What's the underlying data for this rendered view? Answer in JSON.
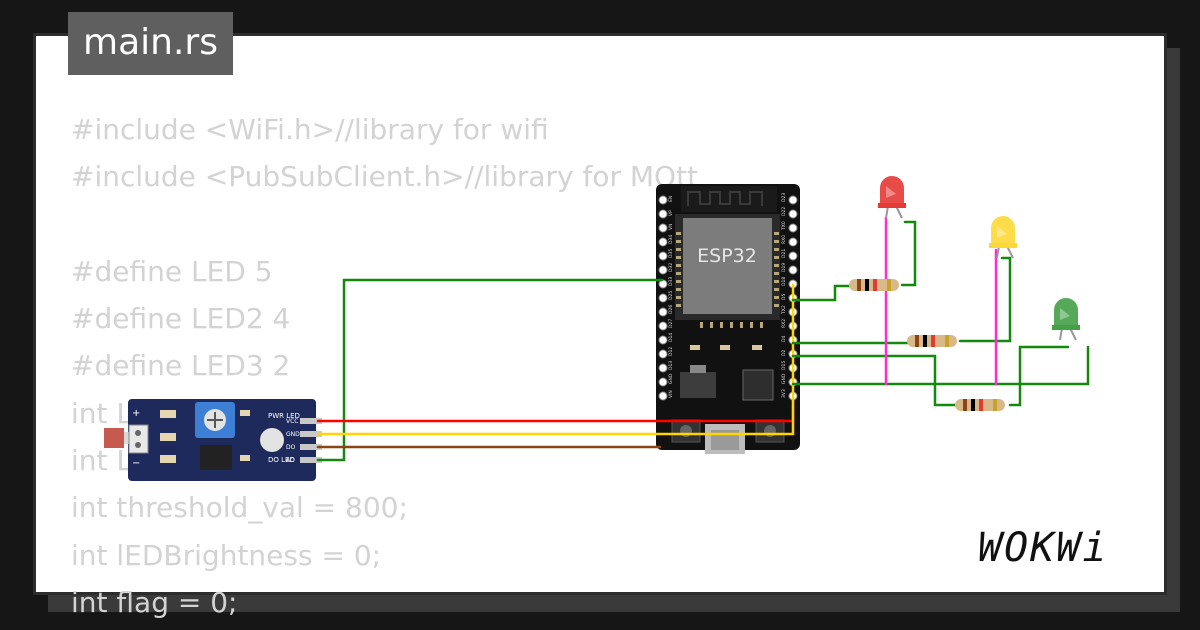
{
  "tab": {
    "label": "main.rs"
  },
  "code_lines": [
    "#include <WiFi.h>//library for wifi",
    "#include <PubSubClient.h>//library for MQtt",
    "",
    "#define LED 5",
    "#define LED2 4",
    "#define LED3 2",
    "int LDR = 34;",
    "int LDR_val = 0;",
    "int threshold_val = 800;",
    "int lEDBrightness = 0;",
    "int flag = 0;"
  ],
  "esp32": {
    "label": "ESP32",
    "left_pins": [
      "EN",
      "VP",
      "VN",
      "D34",
      "D35",
      "D32",
      "D33",
      "D25",
      "D26",
      "D27",
      "D14",
      "D12",
      "D13",
      "GND",
      "VIN"
    ],
    "right_pins": [
      "D23",
      "D22",
      "TX0",
      "RX0",
      "D21",
      "D19",
      "D18",
      "D5",
      "TX2",
      "RX2",
      "D4",
      "D2",
      "D15",
      "GND",
      "3V3"
    ]
  },
  "ldr_module": {
    "pins": [
      "VCC",
      "GND",
      "DO",
      "AO"
    ],
    "pwr_label": "PWR LED",
    "do_label": "DO LED"
  },
  "leds": [
    {
      "name": "red",
      "color": "#e53935"
    },
    {
      "name": "yellow",
      "color": "#fdd835"
    },
    {
      "name": "green",
      "color": "#43a047"
    }
  ],
  "wire_colors": {
    "green": "#138a0e",
    "red": "#ff0000",
    "yellow": "#ffd400",
    "brown": "#8b4513",
    "magenta": "#ff2bd6"
  },
  "logo": {
    "text": "WOKWi"
  }
}
